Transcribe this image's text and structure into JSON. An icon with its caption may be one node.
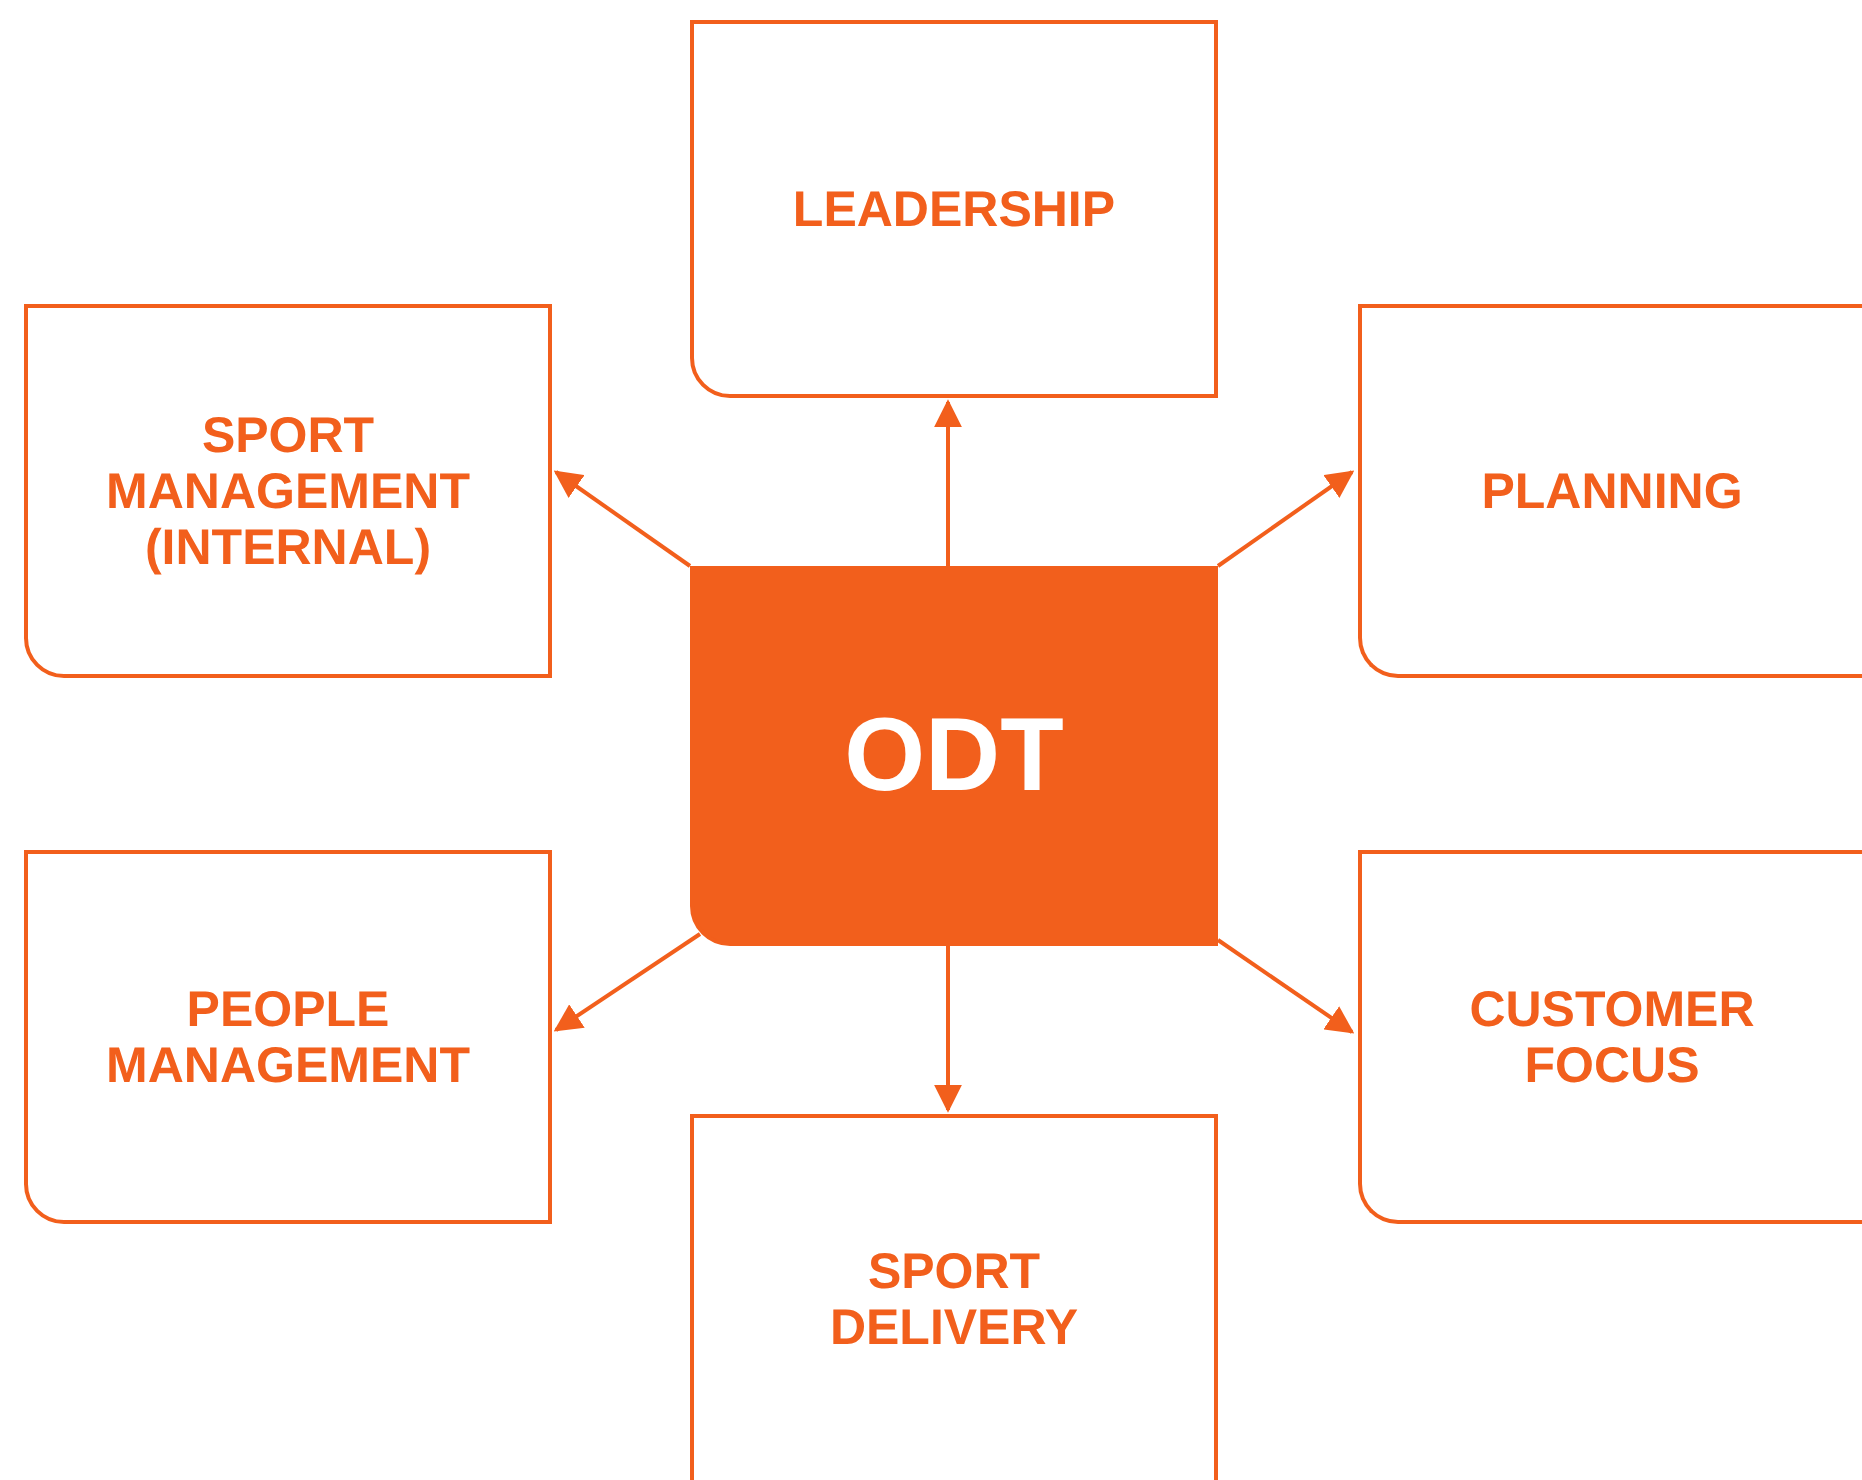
{
  "diagram": {
    "nodes": [
      {
        "text": [
          "LEADERSHIP"
        ]
      },
      {
        "text": [
          "SPORT MANAGEMENT (INTERNAL)"
        ]
      },
      {
        "text": [
          "PLANNING"
        ]
      },
      {
        "text": [
          "ODT"
        ]
      },
      {
        "text": [
          "PEOPLE MANAGEMENT"
        ]
      },
      {
        "text": [
          "CUSTOMER FOCUS"
        ]
      },
      {
        "text": [
          "SPORT DELIVERY"
        ]
      }
    ],
    "edges": [
      {
        "from": 3,
        "to": 0,
        "arrow": "to"
      },
      {
        "from": 3,
        "to": 1,
        "arrow": "to"
      },
      {
        "from": 3,
        "to": 2,
        "arrow": "to"
      },
      {
        "from": 3,
        "to": 4,
        "arrow": "to"
      },
      {
        "from": 3,
        "to": 5,
        "arrow": "to"
      },
      {
        "from": 3,
        "to": 6,
        "arrow": "to"
      }
    ]
  }
}
